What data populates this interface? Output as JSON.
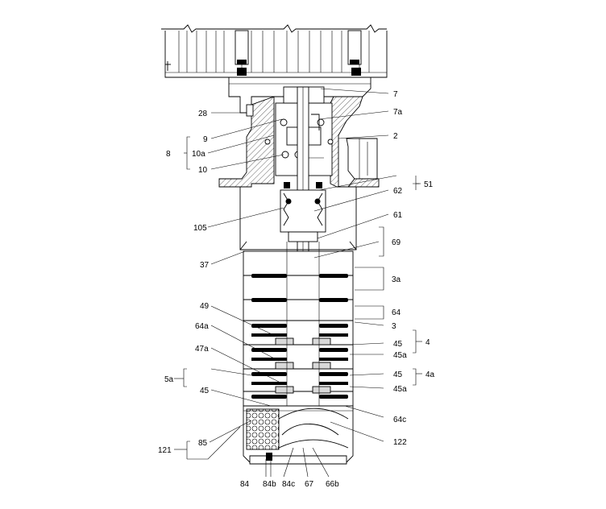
{
  "callouts": [
    {
      "id": "28",
      "text": "28"
    },
    {
      "id": "9",
      "text": "9"
    },
    {
      "id": "8",
      "text": "8"
    },
    {
      "id": "10a",
      "text": "10a"
    },
    {
      "id": "10",
      "text": "10"
    },
    {
      "id": "105",
      "text": "105"
    },
    {
      "id": "37",
      "text": "37"
    },
    {
      "id": "49",
      "text": "49"
    },
    {
      "id": "64a",
      "text": "64a"
    },
    {
      "id": "47a",
      "text": "47a"
    },
    {
      "id": "5a",
      "text": "5a"
    },
    {
      "id": "45L",
      "text": "45"
    },
    {
      "id": "121",
      "text": "121"
    },
    {
      "id": "85",
      "text": "85"
    },
    {
      "id": "84",
      "text": "84"
    },
    {
      "id": "84b",
      "text": "84b"
    },
    {
      "id": "84c",
      "text": "84c"
    },
    {
      "id": "67",
      "text": "67"
    },
    {
      "id": "66b",
      "text": "66b"
    },
    {
      "id": "7",
      "text": "7"
    },
    {
      "id": "7a",
      "text": "7a"
    },
    {
      "id": "2",
      "text": "2"
    },
    {
      "id": "51",
      "text": "51"
    },
    {
      "id": "62",
      "text": "62"
    },
    {
      "id": "61",
      "text": "61"
    },
    {
      "id": "69",
      "text": "69"
    },
    {
      "id": "3a",
      "text": "3a"
    },
    {
      "id": "64",
      "text": "64"
    },
    {
      "id": "3",
      "text": "3"
    },
    {
      "id": "4",
      "text": "4"
    },
    {
      "id": "45a",
      "text": "45"
    },
    {
      "id": "45aa",
      "text": "45a"
    },
    {
      "id": "4a",
      "text": "4a"
    },
    {
      "id": "45b",
      "text": "45"
    },
    {
      "id": "45ab",
      "text": "45a"
    },
    {
      "id": "64c",
      "text": "64c"
    },
    {
      "id": "122",
      "text": "122"
    }
  ]
}
